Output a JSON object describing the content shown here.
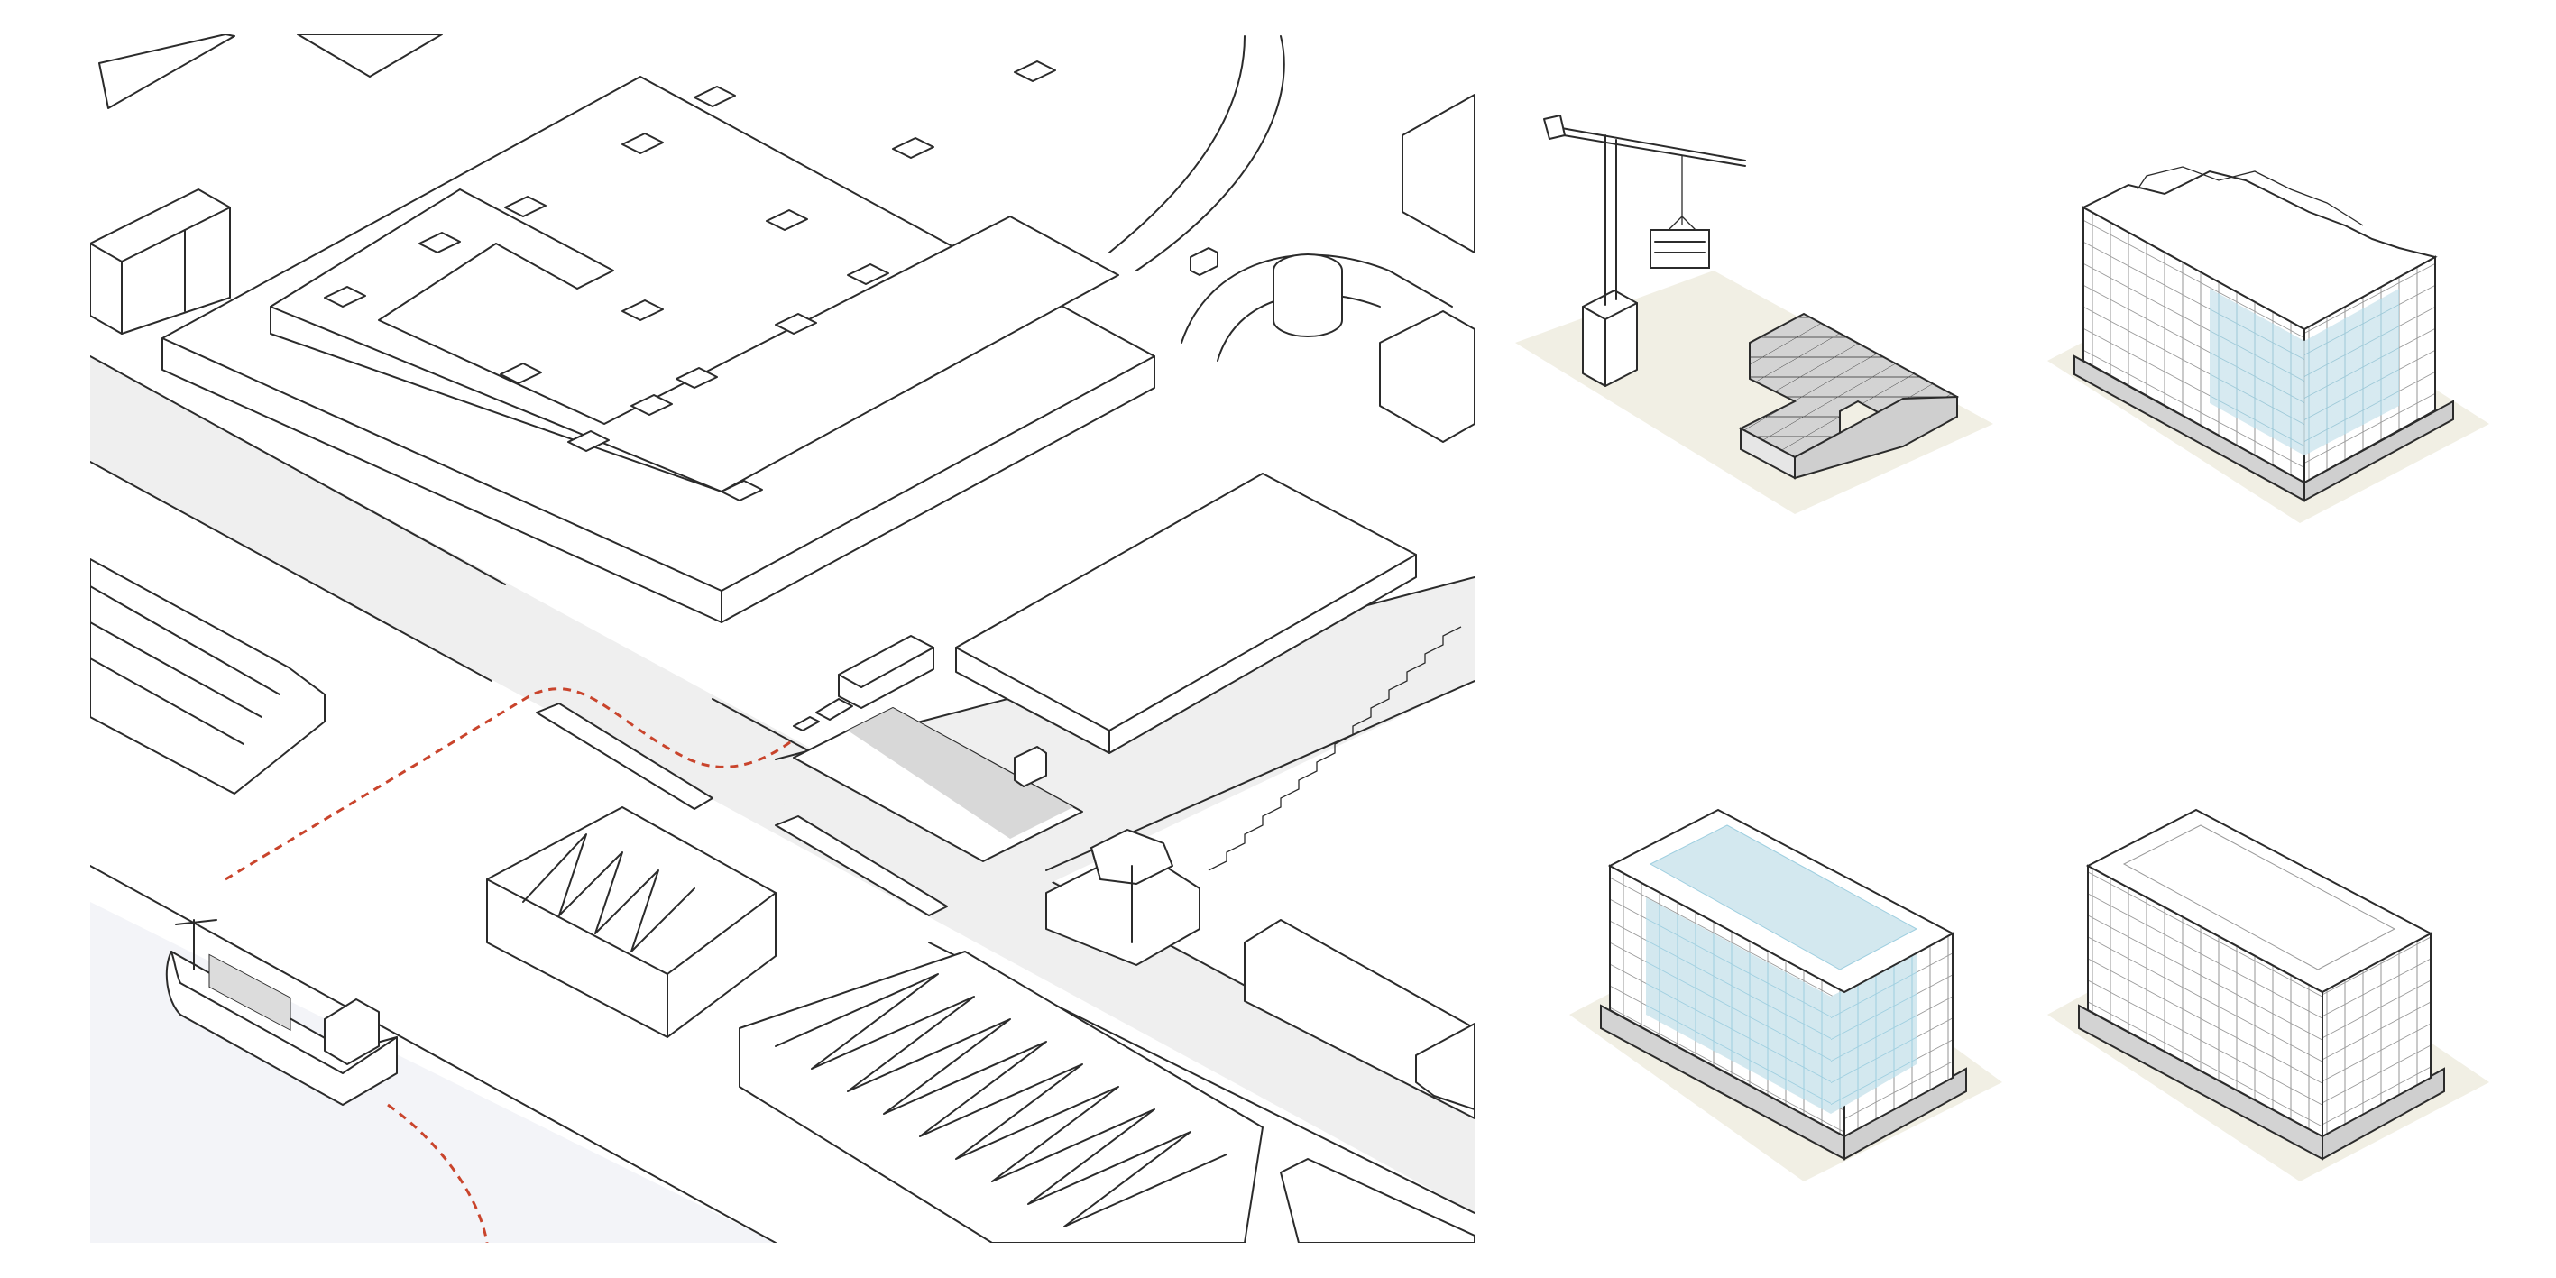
{
  "colors": {
    "line": "#2b2b2b",
    "road": "#efefef",
    "water": "#f3f4f8",
    "ground_pad": "#f1efe4",
    "route": "#c9442c",
    "base_module": "#d3d3d3",
    "filled_module": "#d3e8ef",
    "filled_stroke": "#9fcfe0"
  },
  "site_plan": {
    "elements": [
      "buildings",
      "roads",
      "ship",
      "truck",
      "route-dashed",
      "water",
      "sawtooth-roof-halls"
    ]
  },
  "stages": [
    {
      "id": "stage-1",
      "content": "crane-placing-base-modules",
      "icon": "crane-icon"
    },
    {
      "id": "stage-2",
      "content": "stacked-modules-partial-blue-fill"
    },
    {
      "id": "stage-3",
      "content": "stacked-modules-blue-core"
    },
    {
      "id": "stage-4",
      "content": "completed-module-stack"
    }
  ]
}
